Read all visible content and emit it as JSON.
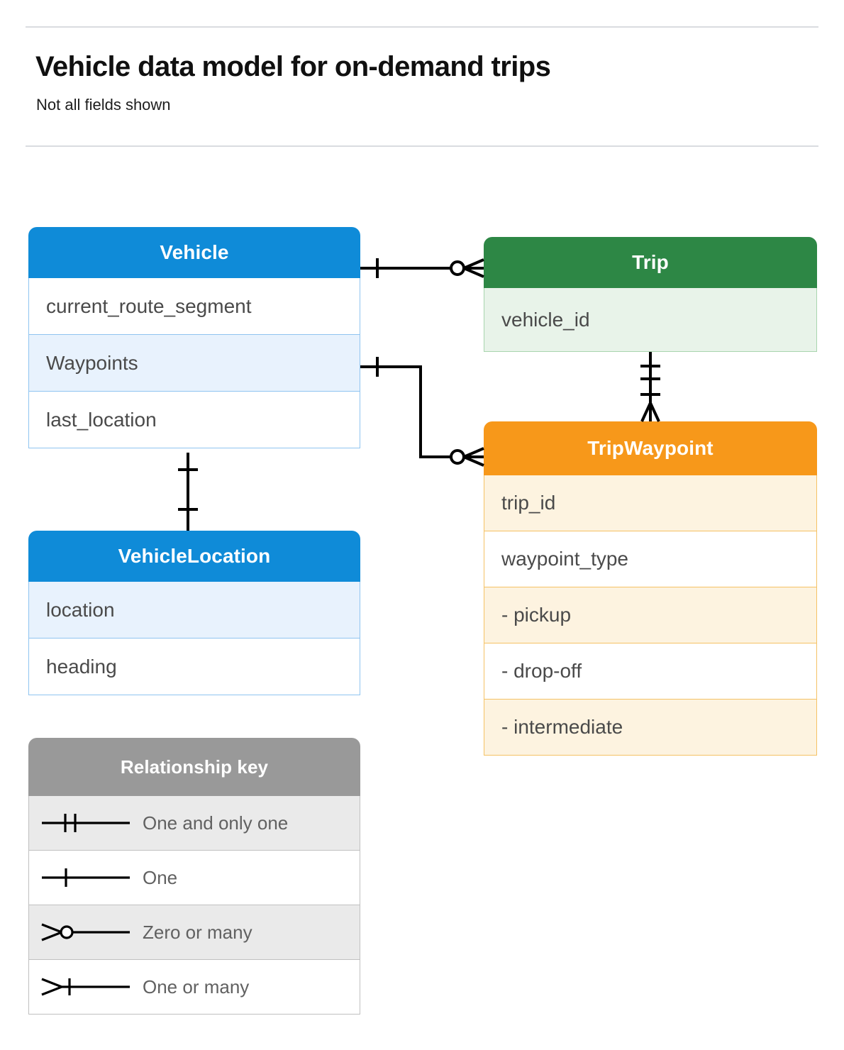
{
  "header": {
    "title": "Vehicle data model for on-demand trips",
    "subtitle": "Not all fields shown"
  },
  "colors": {
    "blue_header": "#0f8bd8",
    "blue_row_tint": "#e8f2fd",
    "blue_border": "#8fc4f0",
    "green_header": "#2d8745",
    "green_row_tint": "#e8f3e9",
    "green_border": "#a8d5ae",
    "orange_header": "#f7981a",
    "orange_row_tint": "#fdf3e0",
    "orange_border": "#f5c265",
    "gray_header": "#999999",
    "gray_row_tint": "#eaeaea",
    "gray_border": "#c0c0c0",
    "connector": "#000000",
    "divider": "#dadce0"
  },
  "entities": {
    "vehicle": {
      "name": "Vehicle",
      "fields": [
        {
          "label": "current_route_segment",
          "tint": false
        },
        {
          "label": "Waypoints",
          "tint": true
        },
        {
          "label": "last_location",
          "tint": false
        }
      ]
    },
    "vehicle_location": {
      "name": "VehicleLocation",
      "fields": [
        {
          "label": "location",
          "tint": true
        },
        {
          "label": "heading",
          "tint": false
        }
      ]
    },
    "trip": {
      "name": "Trip",
      "fields": [
        {
          "label": "vehicle_id",
          "tint": true
        }
      ]
    },
    "trip_waypoint": {
      "name": "TripWaypoint",
      "fields": [
        {
          "label": "trip_id",
          "tint": true
        },
        {
          "label": "waypoint_type",
          "tint": false
        },
        {
          "label": "-  pickup",
          "tint": true
        },
        {
          "label": "-  drop-off",
          "tint": false
        },
        {
          "label": "-  intermediate",
          "tint": true
        }
      ]
    }
  },
  "legend": {
    "title": "Relationship key",
    "items": [
      {
        "glyph": "one-and-only-one-icon",
        "label": "One and only one",
        "tint": true
      },
      {
        "glyph": "one-icon",
        "label": "One",
        "tint": false
      },
      {
        "glyph": "zero-or-many-icon",
        "label": "Zero or many",
        "tint": true
      },
      {
        "glyph": "one-or-many-icon",
        "label": "One or many",
        "tint": false
      }
    ]
  },
  "relationships": [
    {
      "from": "Vehicle",
      "to": "Trip",
      "from_cardinality": "One",
      "to_cardinality": "Zero or many"
    },
    {
      "from": "Vehicle.Waypoints",
      "to": "TripWaypoint",
      "from_cardinality": "One",
      "to_cardinality": "Zero or many"
    },
    {
      "from": "Vehicle",
      "to": "VehicleLocation",
      "from_cardinality": "One",
      "to_cardinality": "One"
    },
    {
      "from": "Trip",
      "to": "TripWaypoint",
      "from_cardinality": "One and only one",
      "to_cardinality": "One or many"
    }
  ]
}
